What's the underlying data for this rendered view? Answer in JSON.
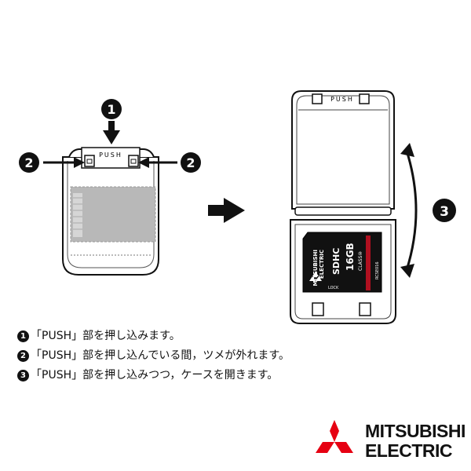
{
  "illustration": {
    "callouts": [
      "1",
      "2",
      "2",
      "3"
    ],
    "push_label_closed": "PUSH",
    "push_label_open": "PUSH",
    "card": {
      "brand_line1": "MITSUBISHI",
      "brand_line2": "ELECTRIC",
      "format": "SDHC",
      "capacity": "16GB",
      "class": "CLASS⑩",
      "model": "RCSE016",
      "lock": "LOCK"
    }
  },
  "instructions": [
    {
      "num": "1",
      "text": "「PUSH」部を押し込みます。"
    },
    {
      "num": "2",
      "text": "「PUSH」部を押し込んでいる間，ツメが外れます。"
    },
    {
      "num": "3",
      "text": "「PUSH」部を押し込みつつ，ケースを開きます。"
    }
  ],
  "logo": {
    "line1": "MITSUBISHI",
    "line2": "ELECTRIC",
    "brand_color": "#e60012"
  }
}
